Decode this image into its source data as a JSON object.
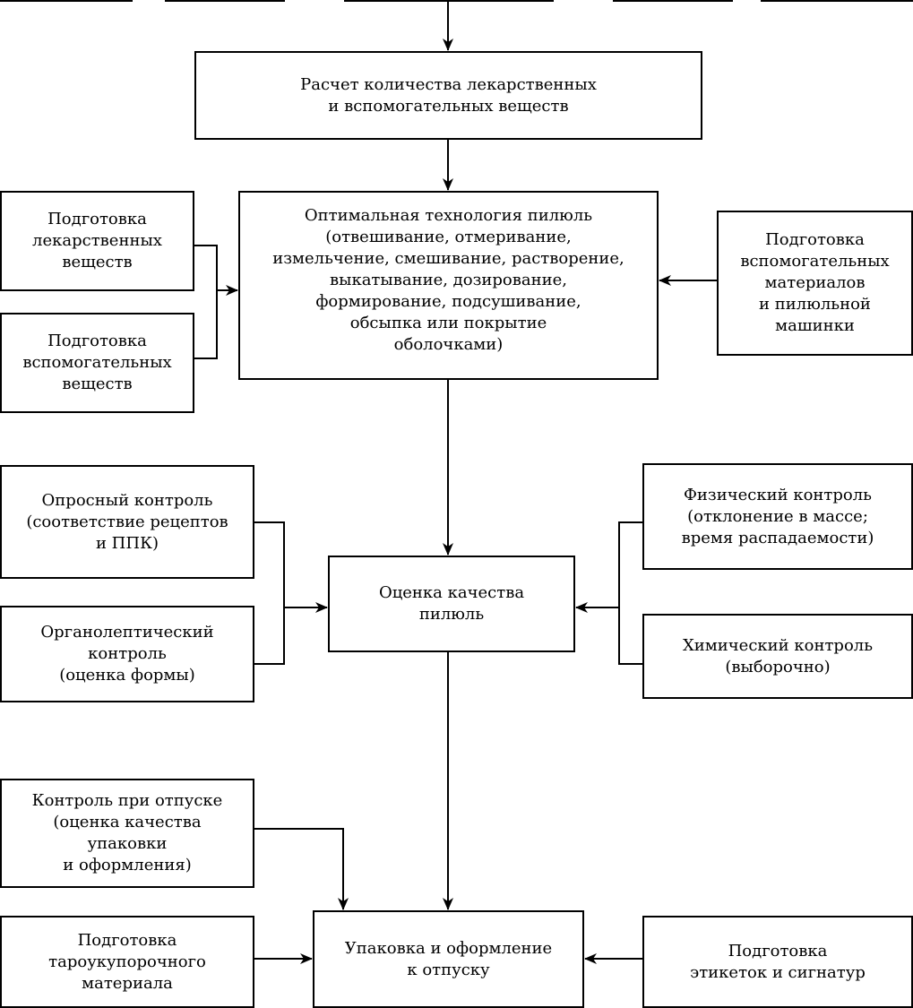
{
  "diagram": {
    "boxes": {
      "calc": "Расчет количества лекарственных\nи вспомогательных веществ",
      "technology": "Оптимальная технология пилюль\n(отвешивание, отмеривание,\nизмельчение, смешивание, растворение,\nвыкатывание, дозирование,\nформирование, подсушивание,\nобсыпка или покрытие\nоболочками)",
      "prep_drugs": "Подготовка\nлекарственных\nвеществ",
      "prep_aux_substances": "Подготовка\nвспомогательных\nвеществ",
      "prep_aux_materials": "Подготовка\nвспомогательных\nматериалов\nи пилюльной\nмашинки",
      "survey_control": "Опросный контроль\n(соответствие рецептов\nи ППК)",
      "organoleptic_control": "Органолептический\nконтроль\n(оценка формы)",
      "quality_assessment": "Оценка качества\nпилюль",
      "physical_control": "Физический контроль\n(отклонение в массе;\nвремя распадаемости)",
      "chemical_control": "Химический контроль\n(выборочно)",
      "release_control": "Контроль при отпуске\n(оценка качества\nупаковки\nи оформления)",
      "prep_packaging": "Подготовка\nтароукупорочного\nматериала",
      "packaging": "Упаковка и оформление\nк отпуску",
      "prep_labels": "Подготовка\nэтикеток и сигнатур"
    }
  }
}
